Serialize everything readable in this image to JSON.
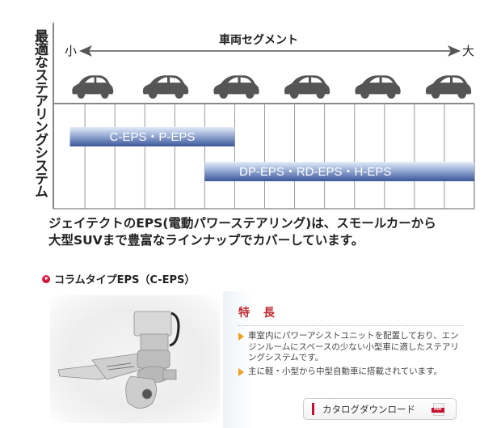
{
  "chart_data": {
    "type": "range-bar",
    "title": "車両セグメント",
    "ylabel": "最適なステアリングシステム",
    "x_axis": {
      "left_label": "小",
      "right_label": "大",
      "description": "Vehicle segment from small to large",
      "segments": 14,
      "vehicle_icons": [
        "mini-car",
        "compact-hatchback",
        "compact-sedan",
        "midsize-sedan",
        "large-sedan",
        "luxury-sedan"
      ]
    },
    "series": [
      {
        "name": "C-EPS・P-EPS",
        "start": 0.5,
        "end": 6.0,
        "color": "#3d5aa0"
      },
      {
        "name": "DP-EPS・RD-EPS・H-EPS",
        "start": 5.0,
        "end": 14.0,
        "color": "#3d5aa0"
      }
    ],
    "grid": true
  },
  "caption": {
    "line1": "ジェイテクトのEPS(電動パワーステアリング)は、スモールカーから",
    "line2": "大型SUVまで豊富なラインナップでカバーしています。"
  },
  "section": {
    "title": "コラムタイプEPS（C-EPS）",
    "product_image_alt": "column-type-eps-unit",
    "feature_heading": "特 長",
    "bullets": [
      "車室内にパワーアシストユニットを配置しており、エンジンルームにスペースの少ない小型車に適したステアリングシステムです。",
      "主に軽・小型から中型自動車に搭載されています。"
    ],
    "catalog_button": "カタログダウンロード",
    "pdf_badge": "PDF"
  }
}
